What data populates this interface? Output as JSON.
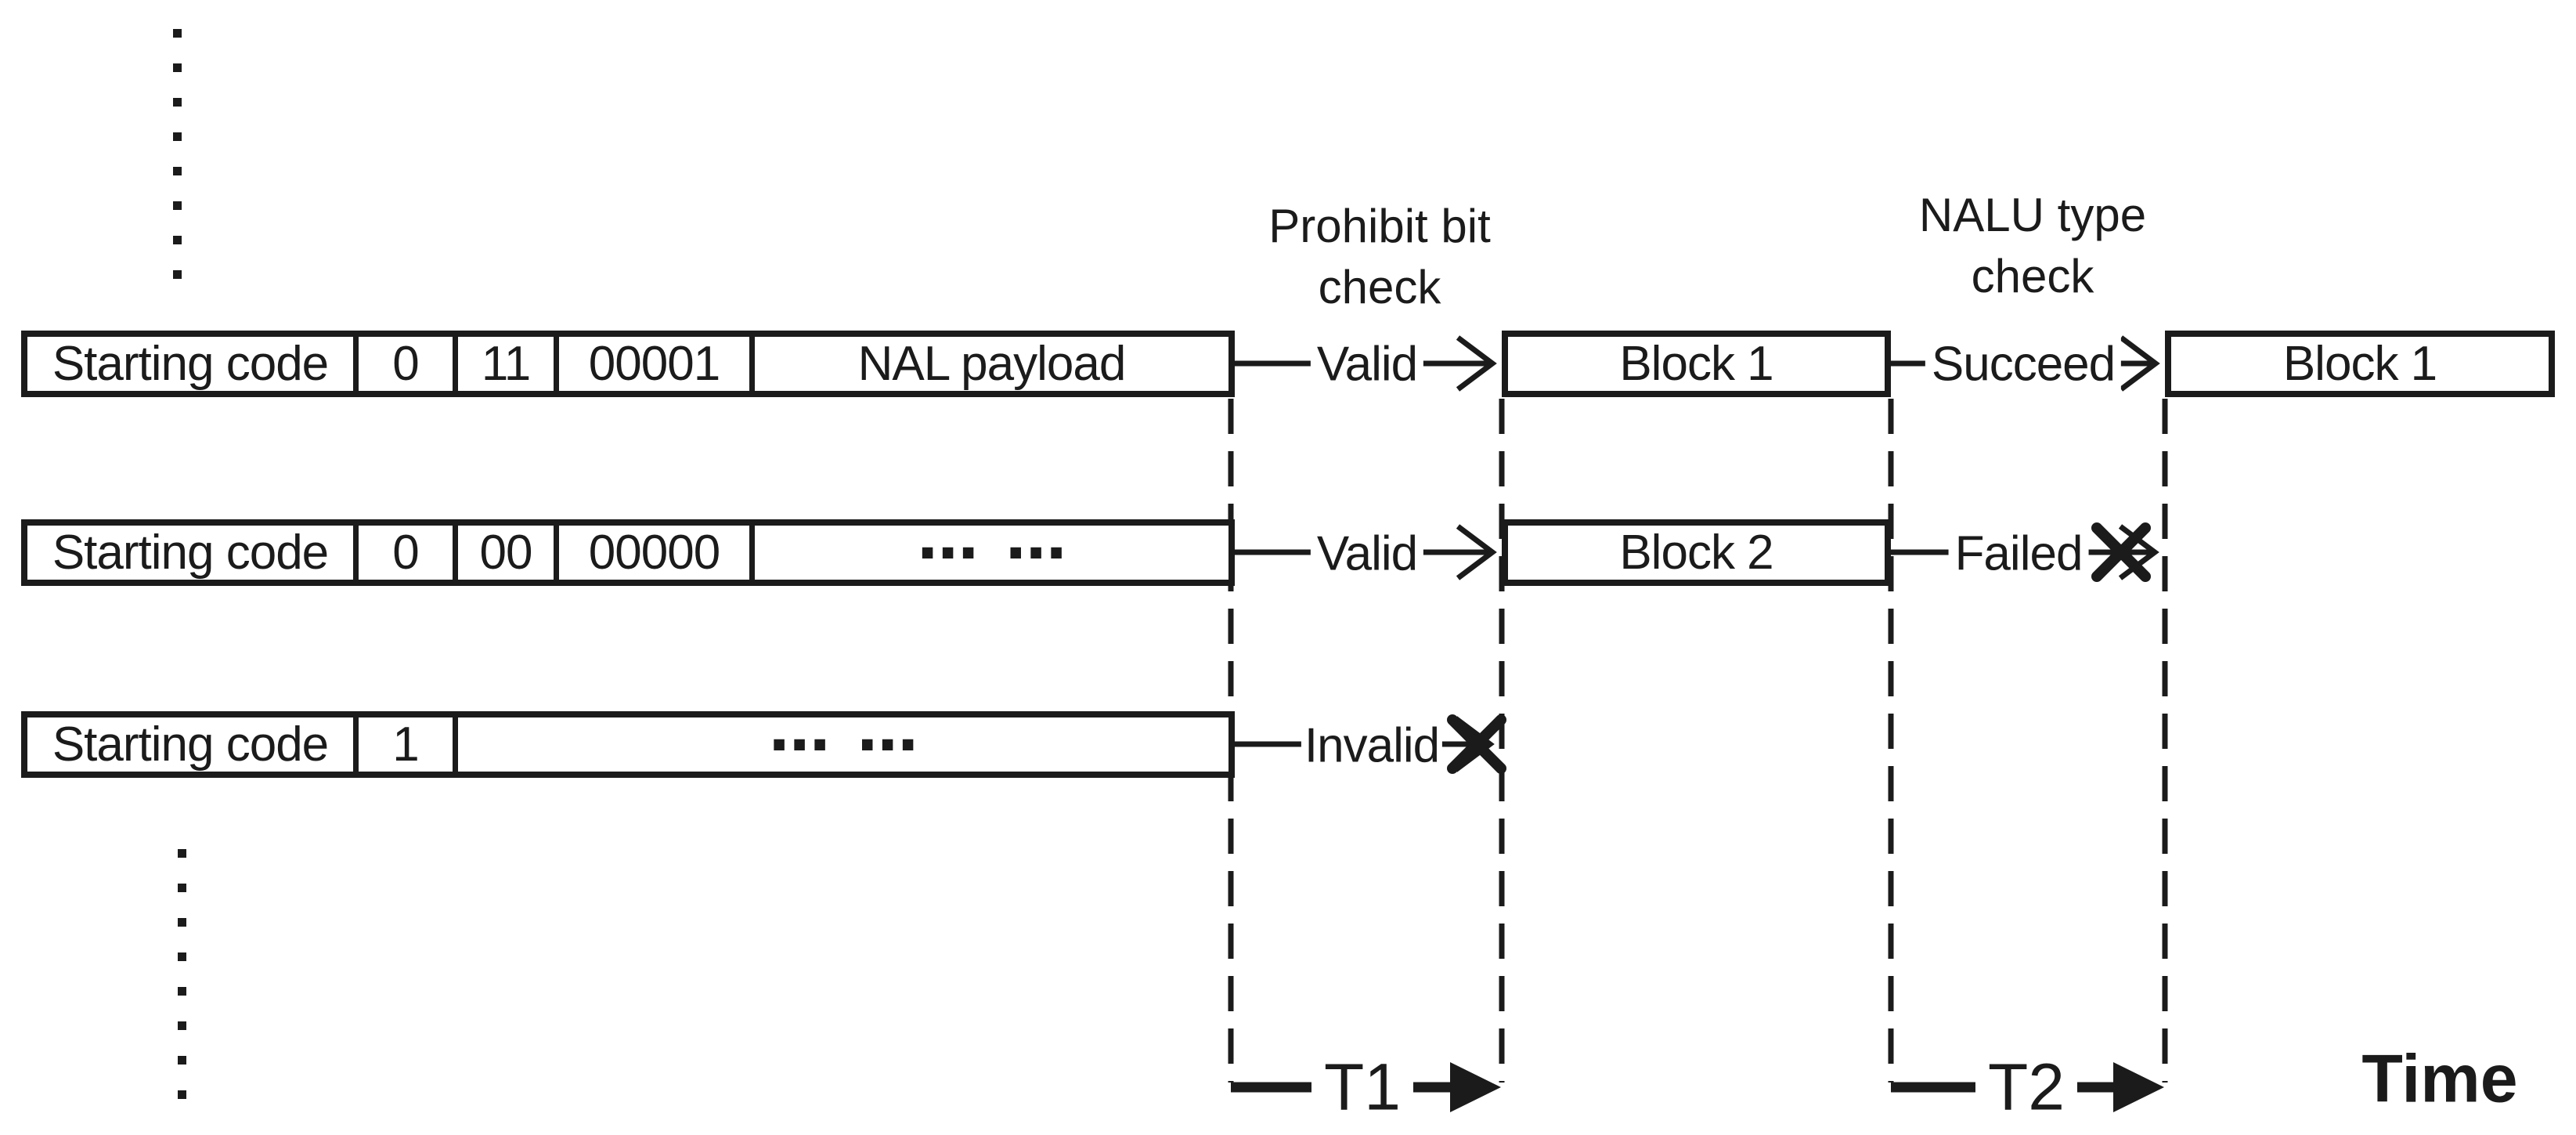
{
  "diagram": {
    "checks": {
      "check1": {
        "line1": "Prohibit bit",
        "line2": "check"
      },
      "check2": {
        "line1": "NALU type",
        "line2": "check"
      }
    },
    "rows": [
      {
        "cells": [
          "Starting code",
          "0",
          "11",
          "00001",
          "NAL payload"
        ],
        "check1_result": "Valid",
        "block": "Block 1",
        "check2_result": "Succeed",
        "output_block": "Block 1"
      },
      {
        "cells": [
          "Starting code",
          "0",
          "00",
          "00000",
          "··· ···"
        ],
        "check1_result": "Valid",
        "block": "Block 2",
        "check2_result": "Failed"
      },
      {
        "cells": [
          "Starting code",
          "1",
          "··· ···"
        ],
        "check1_result": "Invalid"
      }
    ],
    "timeline": {
      "t1": "T1",
      "t2": "T2",
      "axis": "Time"
    }
  },
  "colors": {
    "ink": "#1b1b1b",
    "background": "#ffffff"
  }
}
